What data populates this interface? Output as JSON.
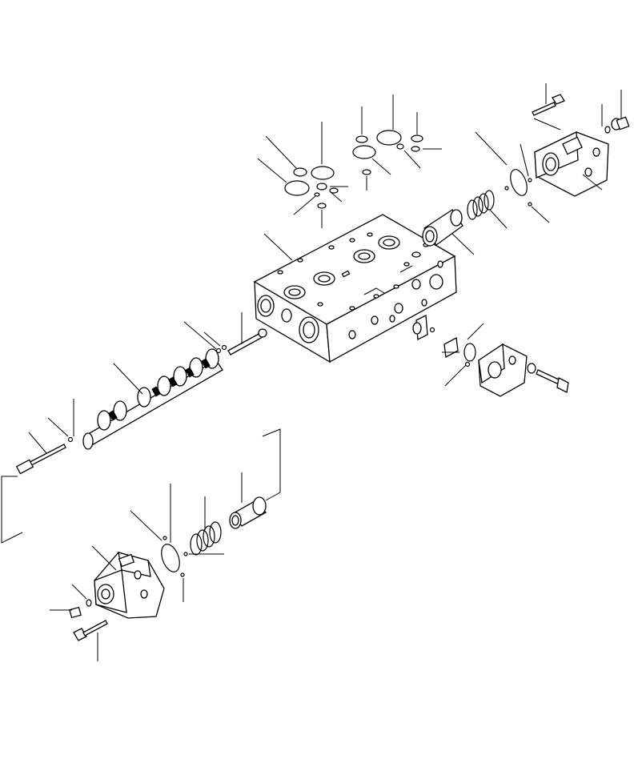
{
  "diagram": {
    "parts": [
      "valve-body",
      "spool",
      "spring-set-upper",
      "spring-set-lower",
      "retainer-upper",
      "retainer-lower",
      "cover-upper-right",
      "cover-lower-left",
      "cover-small-right",
      "bolt-upper",
      "bolt-lower",
      "bolt-right",
      "plug-upper",
      "plug-lower",
      "stopper-rod",
      "pin-rod",
      "o-ring-group-top-left",
      "o-ring-group-top-center",
      "o-ring-large-upper",
      "o-ring-large-lower",
      "small-rings-right"
    ],
    "leader_count": 38
  }
}
